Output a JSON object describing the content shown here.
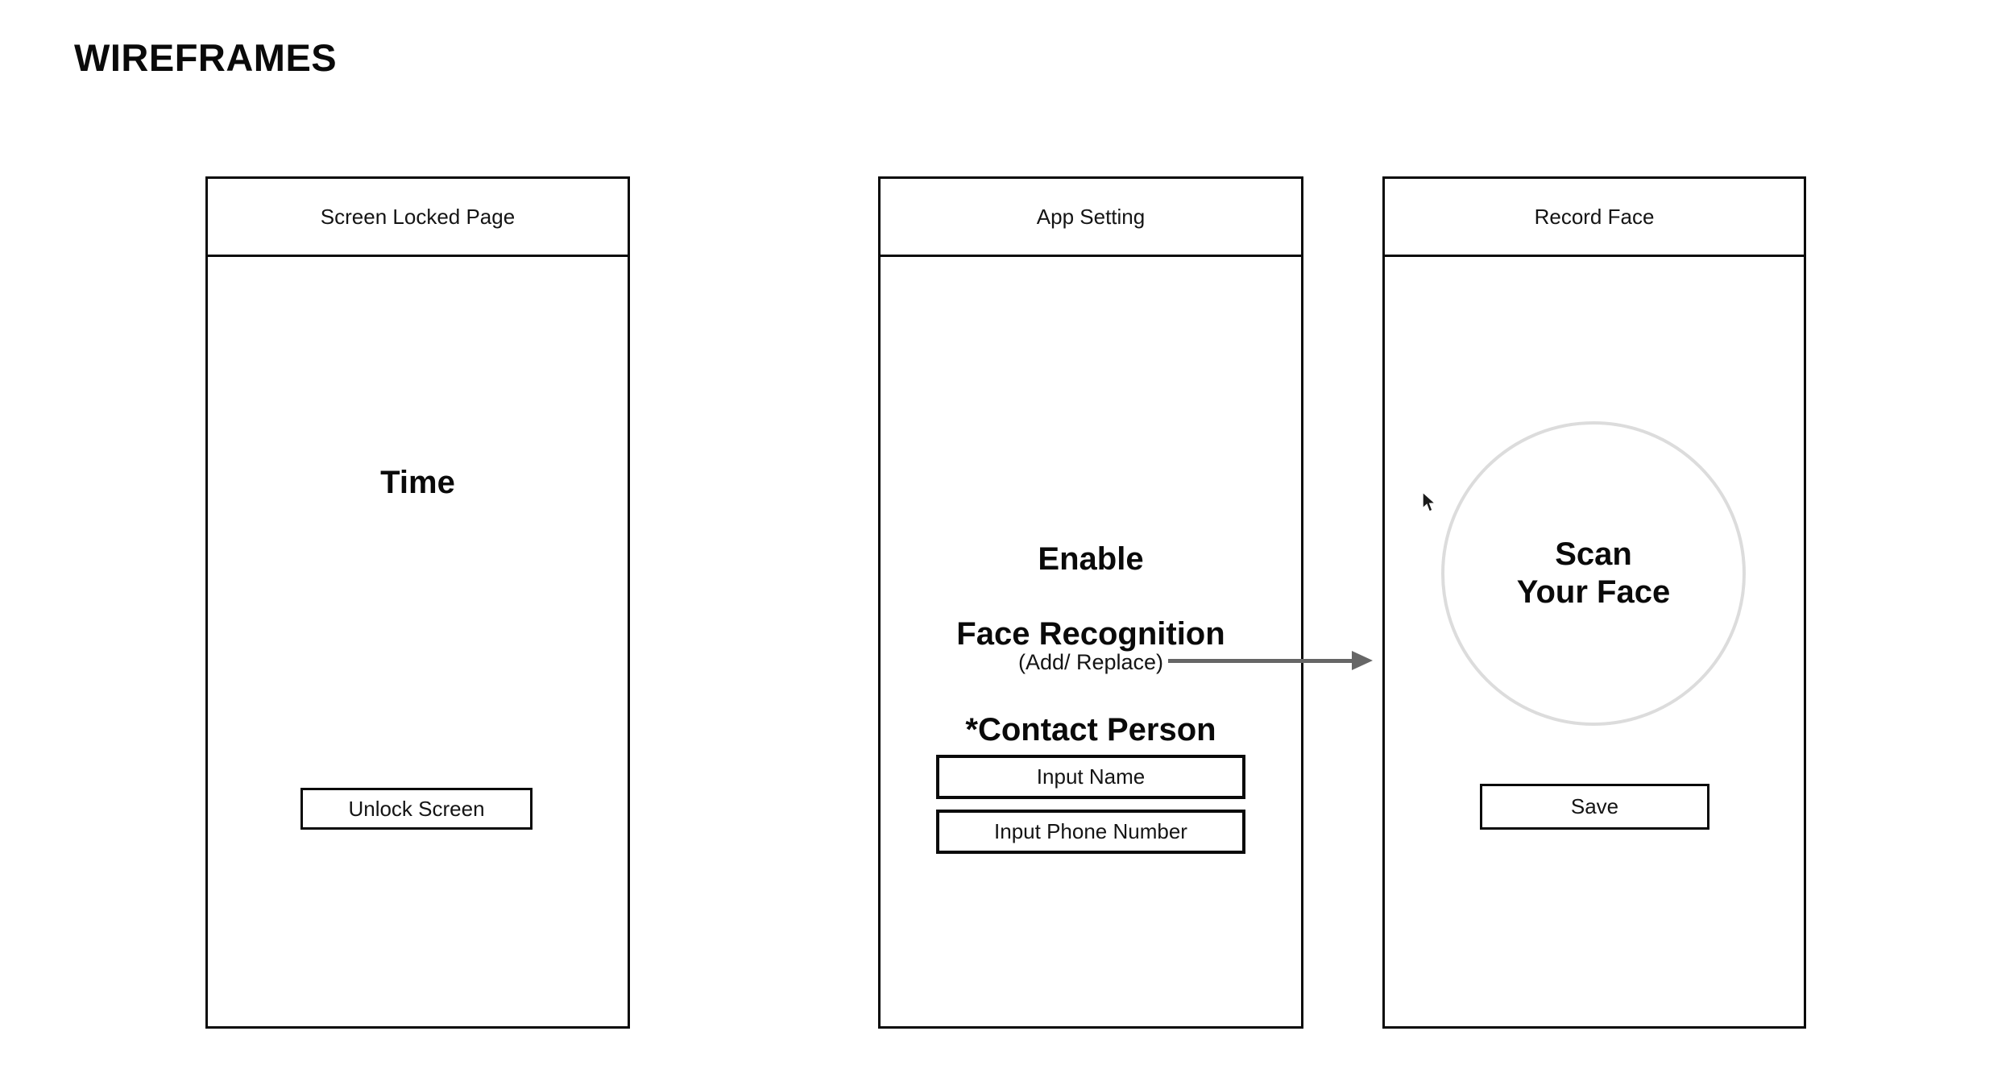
{
  "page": {
    "title": "WIREFRAMES"
  },
  "colors": {
    "ink": "#0a0a0a",
    "arrow": "#666666",
    "circle_outline": "#dcdcdc"
  },
  "frames": [
    {
      "header": "Screen Locked Page",
      "time_label": "Time",
      "unlock_button": "Unlock Screen"
    },
    {
      "header": "App Setting",
      "enable_label": "Enable",
      "feature_label": "Face Recognition",
      "mode_label": "(Add/ Replace)",
      "contact_label": "*Contact Person",
      "input_name": "Input Name",
      "input_phone": "Input Phone Number"
    },
    {
      "header": "Record Face",
      "scan_line1": "Scan",
      "scan_line2": "Your Face",
      "save_button": "Save"
    }
  ],
  "icons": {
    "flow_arrow": "arrow-right",
    "cursor": "mouse-pointer"
  }
}
